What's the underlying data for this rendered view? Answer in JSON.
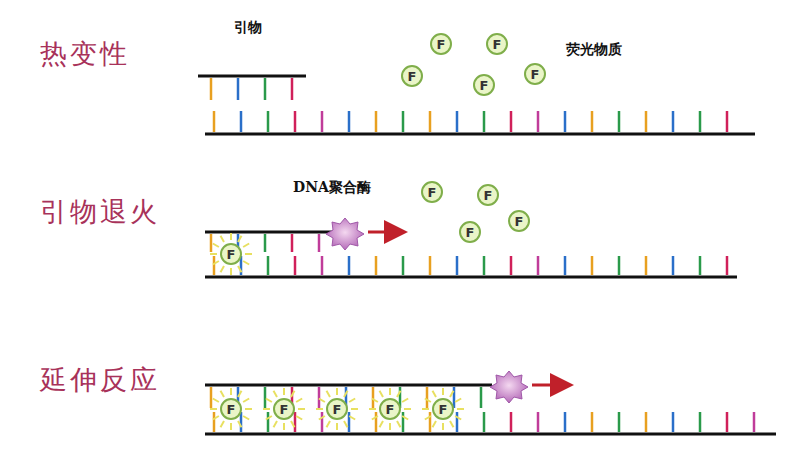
{
  "diagram": {
    "nodes": [
      {
        "text": [
          "F"
        ]
      },
      {
        "text": [
          "F"
        ]
      },
      {
        "text": [
          "F"
        ]
      },
      {
        "text": [
          "F"
        ]
      },
      {
        "text": [
          "F"
        ]
      },
      {
        "text": [
          "F"
        ]
      },
      {
        "text": [
          "F"
        ]
      },
      {
        "text": [
          "F"
        ]
      },
      {
        "text": [
          "F"
        ]
      },
      {
        "text": [
          "F"
        ]
      },
      {
        "text": [
          "F"
        ]
      },
      {
        "text": [
          "F"
        ]
      },
      {
        "text": [
          "F"
        ]
      },
      {
        "text": [
          "F"
        ]
      },
      {
        "text": [
          "F"
        ]
      }
    ],
    "labels": [
      "热变性",
      "引物",
      "荧光物质",
      "引物退火",
      "DNA聚合酶",
      "延伸反应"
    ]
  }
}
